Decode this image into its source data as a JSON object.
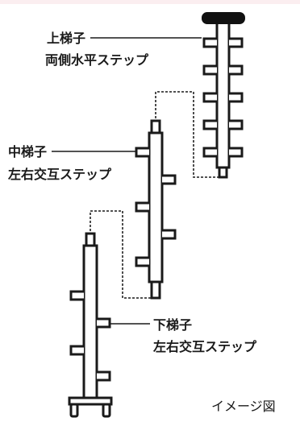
{
  "upper_ladder": {
    "name": "上梯子",
    "step_type": "両側水平ステップ"
  },
  "middle_ladder": {
    "name": "中梯子",
    "step_type": "左右交互ステップ"
  },
  "lower_ladder": {
    "name": "下梯子",
    "step_type": "左右交互ステップ"
  },
  "caption": "イメージ図",
  "colors": {
    "line": "#1a1a1a",
    "connector": "#3a3a3a",
    "background": "#ffffff"
  }
}
